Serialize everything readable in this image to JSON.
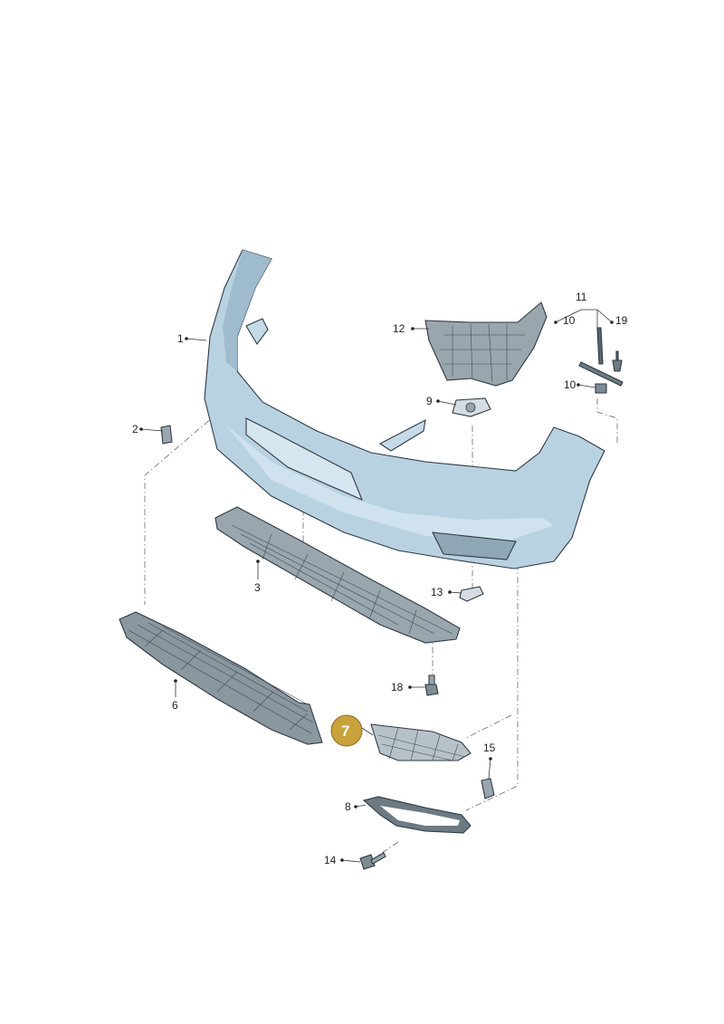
{
  "diagram": {
    "highlight_color": "#c9a23a",
    "bumper_color": "#b9d2e2",
    "part_color": "#9aa6ae",
    "callouts": [
      {
        "id": "1",
        "text": "1"
      },
      {
        "id": "2",
        "text": "2"
      },
      {
        "id": "3",
        "text": "3"
      },
      {
        "id": "6",
        "text": "6"
      },
      {
        "id": "7",
        "text": "7",
        "highlighted": true
      },
      {
        "id": "8",
        "text": "8"
      },
      {
        "id": "9",
        "text": "9"
      },
      {
        "id": "10a",
        "text": "10"
      },
      {
        "id": "10b",
        "text": "10"
      },
      {
        "id": "11",
        "text": "11"
      },
      {
        "id": "12",
        "text": "12"
      },
      {
        "id": "13",
        "text": "13"
      },
      {
        "id": "14",
        "text": "14"
      },
      {
        "id": "15",
        "text": "15"
      },
      {
        "id": "18",
        "text": "18"
      },
      {
        "id": "19",
        "text": "19"
      }
    ]
  }
}
